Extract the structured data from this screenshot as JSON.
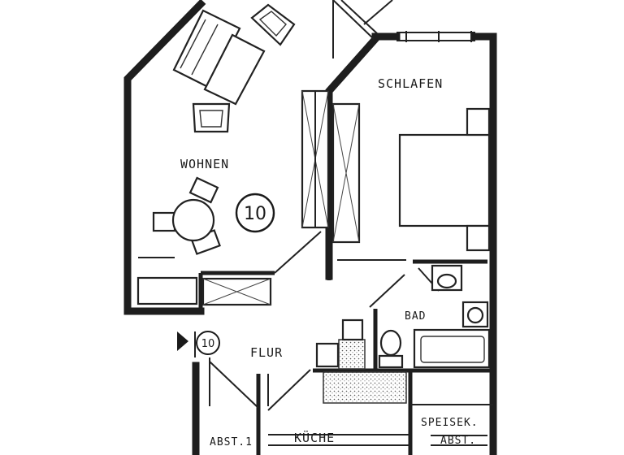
{
  "rooms": {
    "wohnen": "WOHNEN",
    "schlafen": "SCHLAFEN",
    "bad": "BAD",
    "flur": "FLUR",
    "kueche": "KÜCHE",
    "speisekammer_line1": "SPEISEK.",
    "speisekammer_line2": "ABST.",
    "abstell": "ABST.1"
  },
  "unit_number": "10",
  "entrance_number": "10"
}
